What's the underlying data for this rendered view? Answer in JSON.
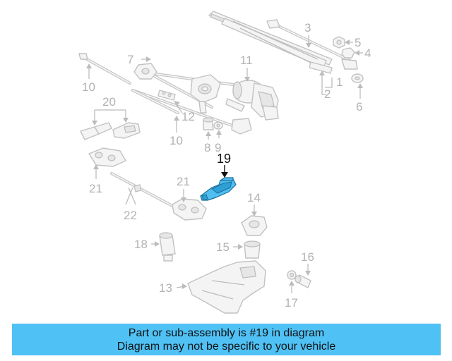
{
  "diagram": {
    "highlight_color": "#4fbff0",
    "highlighted_callout": "19",
    "callouts": {
      "c1": "1",
      "c2": "2",
      "c3": "3",
      "c4": "4",
      "c5": "5",
      "c6": "6",
      "c7": "7",
      "c8": "8",
      "c9": "9",
      "c10a": "10",
      "c10b": "10",
      "c11": "11",
      "c12": "12",
      "c13": "13",
      "c14": "14",
      "c15": "15",
      "c16": "16",
      "c17": "17",
      "c18": "18",
      "c19": "19",
      "c20": "20",
      "c21a": "21",
      "c21b": "21",
      "c22": "22"
    }
  },
  "banner": {
    "background": "#4fc1f5",
    "line1": "Part or sub-assembly is #19 in diagram",
    "line2": "Diagram may not be specific to your vehicle"
  }
}
